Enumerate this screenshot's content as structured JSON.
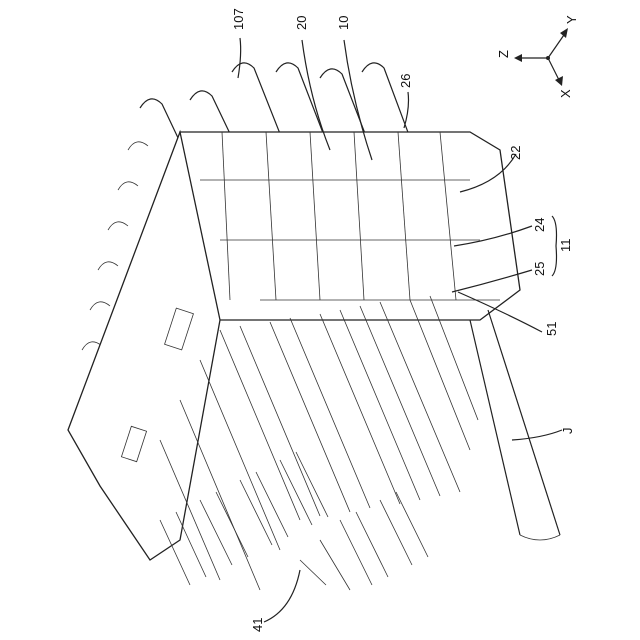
{
  "figure": {
    "labels": {
      "ref_107": "107",
      "ref_20": "20",
      "ref_10": "10",
      "ref_26": "26",
      "ref_22": "22",
      "ref_24": "24",
      "ref_11": "11",
      "ref_25": "25",
      "ref_51": "51",
      "ref_J": "J",
      "ref_41": "41"
    },
    "axes": {
      "z": "Z",
      "y": "Y",
      "x": "X"
    }
  }
}
